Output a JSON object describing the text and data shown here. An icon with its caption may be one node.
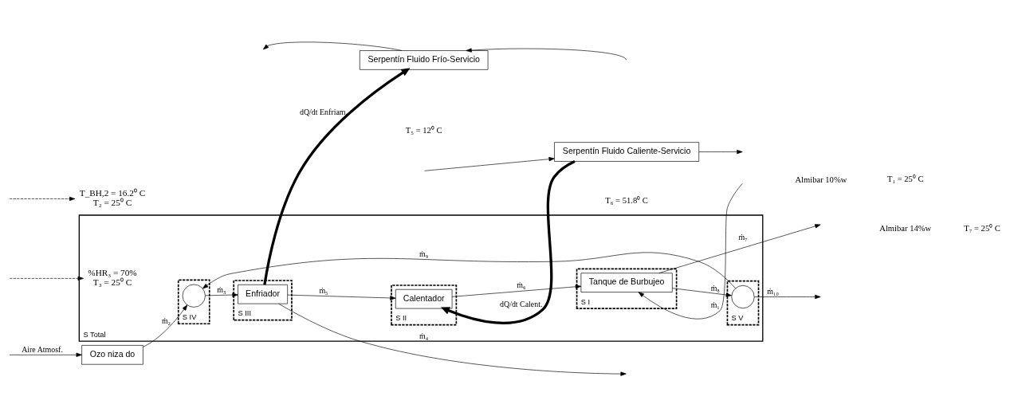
{
  "diagram": {
    "nodes": [
      {
        "text": [
          "S Total"
        ]
      },
      {
        "text": [
          "Ozo niza do"
        ]
      },
      {
        "text": [
          "S IV"
        ],
        "in": 0
      },
      {
        "text": [],
        "shape": "circle",
        "in": 2
      },
      {
        "text": [
          "S III"
        ],
        "in": 0
      },
      {
        "text": [
          "Enfriador"
        ],
        "in": 4
      },
      {
        "text": [
          "S II"
        ],
        "in": 0
      },
      {
        "text": [
          "Calentador"
        ],
        "in": 6
      },
      {
        "text": [
          "S I"
        ],
        "in": 0
      },
      {
        "text": [
          "Tanque de Burbujeo"
        ],
        "in": 8
      },
      {
        "text": [
          "S V"
        ],
        "in": 0
      },
      {
        "text": [],
        "shape": "circle",
        "in": 10
      },
      {
        "text": [
          "Serpentín Fluido Frío-Servicio"
        ]
      },
      {
        "text": [
          "Serpentín Fluido Caliente-Servicio"
        ]
      },
      {
        "text": [
          "%HR₃ = 70%",
          "T₃ = 25⁰ C"
        ],
        "in": 0
      },
      {
        "text": [
          "T_BH,2 = 16.2⁰ C",
          "T₂ = 25⁰ C"
        ]
      }
    ],
    "edges": [
      {
        "from": null,
        "to": 1,
        "arrow": "to",
        "label": "Aire Atmosf."
      },
      {
        "from": 1,
        "to": 3,
        "arrow": "to",
        "label": "ṁ₂"
      },
      {
        "from": 3,
        "to": 5,
        "arrow": "to",
        "label": "ṁ₃"
      },
      {
        "from": 5,
        "to": 7,
        "arrow": "to",
        "label": "ṁ₅"
      },
      {
        "from": 7,
        "to": 9,
        "arrow": "to",
        "label": "ṁ₆"
      },
      {
        "from": null,
        "to": 9,
        "arrow": "to",
        "label": "ṁ₁"
      },
      {
        "from": 9,
        "to": 11,
        "arrow": "to",
        "label": "ṁ₈"
      },
      {
        "from": 11,
        "to": 3,
        "arrow": "to",
        "label": "ṁ₉"
      },
      {
        "from": 11,
        "to": null,
        "arrow": "to",
        "label": "ṁ₁₀"
      },
      {
        "from": 9,
        "to": null,
        "arrow": "to",
        "label": "ṁ₇"
      },
      {
        "from": 5,
        "to": null,
        "arrow": "to",
        "label": "ṁ₄"
      },
      {
        "from": 5,
        "to": 12,
        "arrow": "to",
        "style": "thick",
        "label": "dQ/dt Enfriam."
      },
      {
        "from": 13,
        "to": 7,
        "arrow": "to",
        "style": "thick",
        "label": "dQ/dt Calent."
      },
      {
        "from": null,
        "to": 12,
        "arrow": "to"
      },
      {
        "from": 12,
        "to": null,
        "arrow": "to"
      },
      {
        "from": null,
        "to": 13,
        "arrow": "to"
      },
      {
        "from": 13,
        "to": null,
        "arrow": "to"
      },
      {
        "from": null,
        "to": 14,
        "arrow": "to",
        "style": "dashed"
      },
      {
        "from": null,
        "to": 15,
        "arrow": "to",
        "style": "dashed"
      }
    ],
    "labels": [
      "T₅ = 12⁰ C",
      "T₆ = 51.8⁰ C",
      "Almibar 10%w",
      "T₁ = 25⁰ C",
      "Almibar 14%w",
      "T₇ = 25⁰ C"
    ]
  }
}
